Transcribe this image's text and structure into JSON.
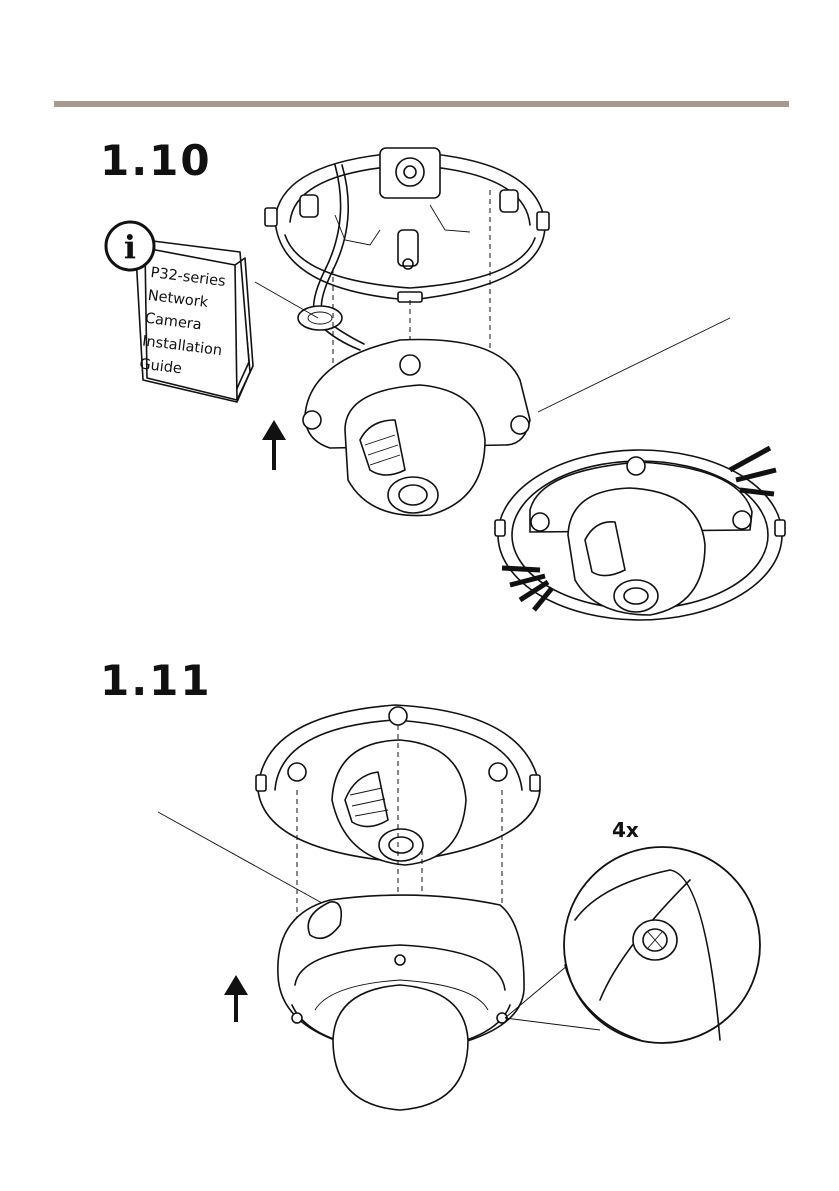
{
  "steps": [
    {
      "number": "1.10"
    },
    {
      "number": "1.11"
    }
  ],
  "booklet": {
    "icon": "info-icon",
    "icon_glyph": "i",
    "lines": [
      "P32-series",
      "Network",
      "Camera",
      "Installation",
      "Guide"
    ]
  },
  "detail": {
    "count_label": "4x"
  },
  "colors": {
    "rule": "#a89a8e",
    "line": "#111111"
  }
}
